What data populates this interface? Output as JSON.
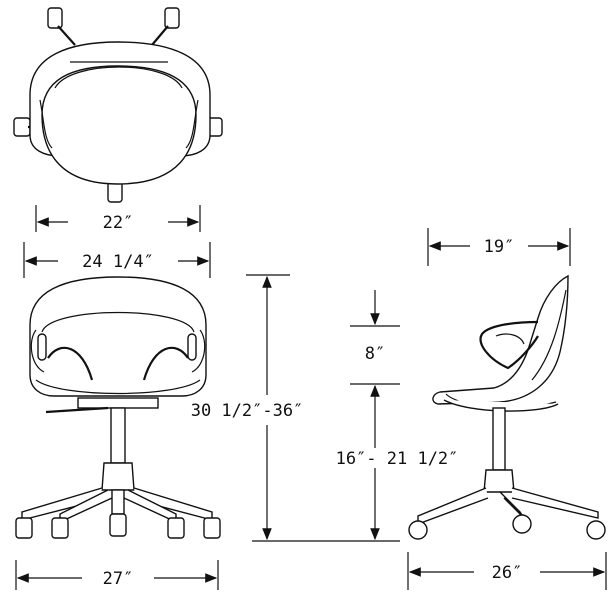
{
  "dimensions": {
    "top_width": "22″",
    "top_arm_width": "24 1/4″",
    "overall_height": "30 1/2″-36″",
    "back_height": "8″",
    "seat_height": "16″- 21 1/2″",
    "base_width": "27″",
    "side_depth_top": "19″",
    "side_depth_base": "26″"
  },
  "colors": {
    "line": "#111111",
    "background": "#ffffff"
  }
}
